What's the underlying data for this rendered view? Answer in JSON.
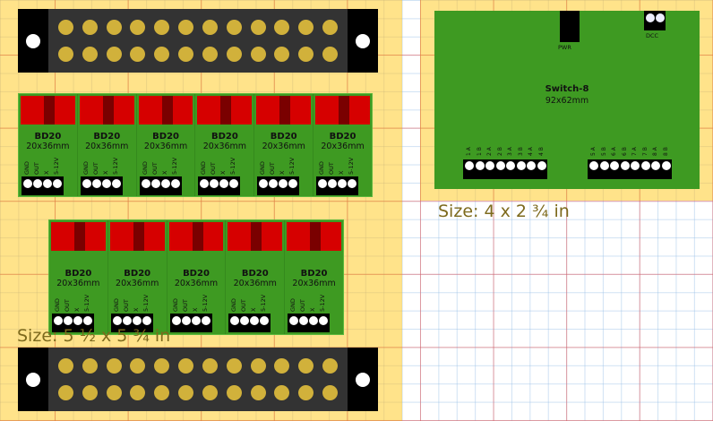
{
  "colors": {
    "panel_bg": "#ffe38a",
    "pcb_green": "#3e9a22",
    "relay_red": "#d60000",
    "pad_gold": "#d1b13b",
    "terminal_dark": "#333333",
    "size_label": "#7d6a1d"
  },
  "left_panel": {
    "size_label": "Size: 5 ½ x 5 ¾ in",
    "terminal_strip_top": {
      "rows": 2,
      "pads_per_row": 12,
      "mount_holes": 2
    },
    "terminal_strip_bottom": {
      "rows": 2,
      "pads_per_row": 12,
      "mount_holes": 2
    },
    "bd20_row_1": [
      {
        "name": "BD20",
        "size": "20x36mm",
        "pins": [
          "GND",
          "OUT",
          "X",
          "5-12V"
        ]
      },
      {
        "name": "BD20",
        "size": "20x36mm",
        "pins": [
          "GND",
          "OUT",
          "X",
          "5-12V"
        ]
      },
      {
        "name": "BD20",
        "size": "20x36mm",
        "pins": [
          "GND",
          "OUT",
          "X",
          "5-12V"
        ]
      },
      {
        "name": "BD20",
        "size": "20x36mm",
        "pins": [
          "GND",
          "OUT",
          "X",
          "5-12V"
        ]
      },
      {
        "name": "BD20",
        "size": "20x36mm",
        "pins": [
          "GND",
          "OUT",
          "X",
          "5-12V"
        ]
      },
      {
        "name": "BD20",
        "size": "20x36mm",
        "pins": [
          "GND",
          "OUT",
          "X",
          "5-12V"
        ]
      }
    ],
    "bd20_row_2": [
      {
        "name": "BD20",
        "size": "20x36mm",
        "pins": [
          "GND",
          "OUT",
          "X",
          "5-12V"
        ]
      },
      {
        "name": "BD20",
        "size": "20x36mm",
        "pins": [
          "GND",
          "OUT",
          "X",
          "5-12V"
        ]
      },
      {
        "name": "BD20",
        "size": "20x36mm",
        "pins": [
          "GND",
          "OUT",
          "X",
          "5-12V"
        ]
      },
      {
        "name": "BD20",
        "size": "20x36mm",
        "pins": [
          "GND",
          "OUT",
          "X",
          "5-12V"
        ]
      },
      {
        "name": "BD20",
        "size": "20x36mm",
        "pins": [
          "GND",
          "OUT",
          "X",
          "5-12V"
        ]
      }
    ]
  },
  "right_panel": {
    "size_label": "Size: 4 x 2 ¾ in",
    "board": {
      "name": "Switch-8",
      "size": "92x62mm",
      "pwr_label": "PWR",
      "dcc_label": "DCC",
      "bank_1_pins": [
        "1 A",
        "1 B",
        "2 A",
        "2 B",
        "3 A",
        "3 B",
        "4 A",
        "4 B"
      ],
      "bank_2_pins": [
        "5 A",
        "5 B",
        "6 A",
        "6 B",
        "7 A",
        "7 B",
        "8 A",
        "8 B"
      ]
    }
  }
}
